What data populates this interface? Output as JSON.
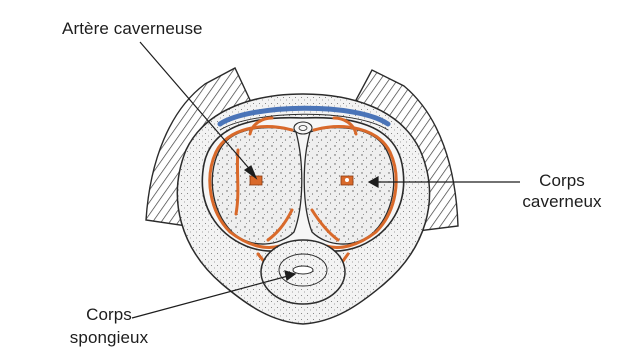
{
  "labels": {
    "artere": "Artère caverneuse",
    "corps_caverneux_line1": "Corps",
    "corps_caverneux_line2": "caverneux",
    "corps_spongieux_line1": "Corps",
    "corps_spongieux_line2": "spongieux"
  },
  "colors": {
    "outline": "#2b2b2b",
    "tissue": "#eeeeee",
    "sheath": "#f2f2f2",
    "hatch": "#3a3a3a",
    "vessel_orange": "#d9692a",
    "vessel_blue": "#4a74b8",
    "background": "#ffffff"
  }
}
